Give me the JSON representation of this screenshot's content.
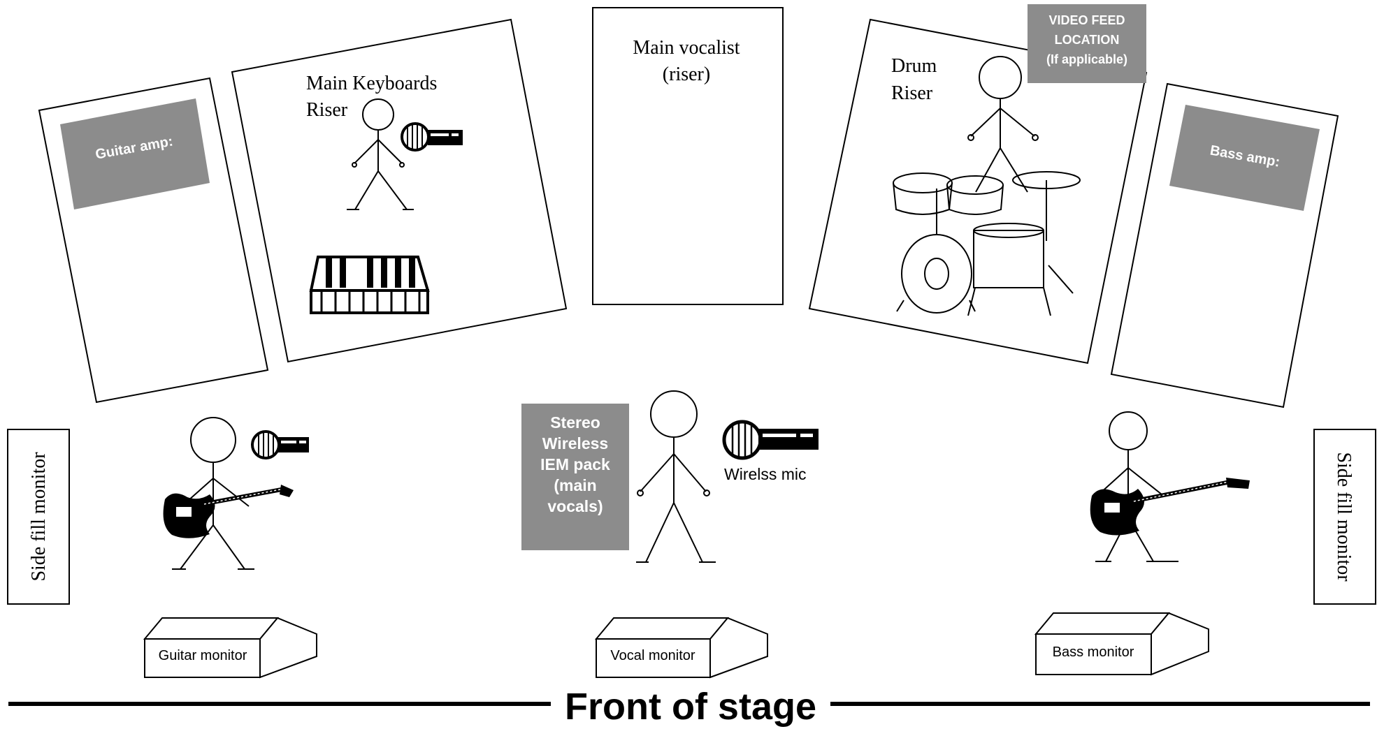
{
  "labels": {
    "guitar_amp": "Guitar amp:",
    "keyboards_riser_line1": "Main Keyboards",
    "keyboards_riser_line2": "Riser",
    "main_vocalist_line1": "Main vocalist",
    "main_vocalist_line2": "(riser)",
    "drum_riser_line1": "Drum",
    "drum_riser_line2": "Riser",
    "video_feed_line1": "VIDEO FEED",
    "video_feed_line2": "LOCATION",
    "video_feed_line3": "(If applicable)",
    "bass_amp": "Bass amp:",
    "side_fill_left": "Side fill monitor",
    "side_fill_right": "Side fill monitor",
    "iem_line1": "Stereo",
    "iem_line2": "Wireless",
    "iem_line3": "IEM pack",
    "iem_line4": "(main",
    "iem_line5": "vocals)",
    "wireless_mic": "Wirelss mic",
    "guitar_monitor": "Guitar monitor",
    "vocal_monitor": "Vocal monitor",
    "bass_monitor": "Bass monitor",
    "front_of_stage": "Front of stage"
  },
  "icons": [
    "stick-figure-icon",
    "microphone-icon",
    "keyboard-icon",
    "drum-kit-icon",
    "electric-guitar-icon",
    "bass-guitar-icon",
    "wedge-monitor-icon"
  ],
  "colors": {
    "label_fill": "#8c8c8c",
    "label_text": "#ffffff",
    "line": "#000000"
  }
}
